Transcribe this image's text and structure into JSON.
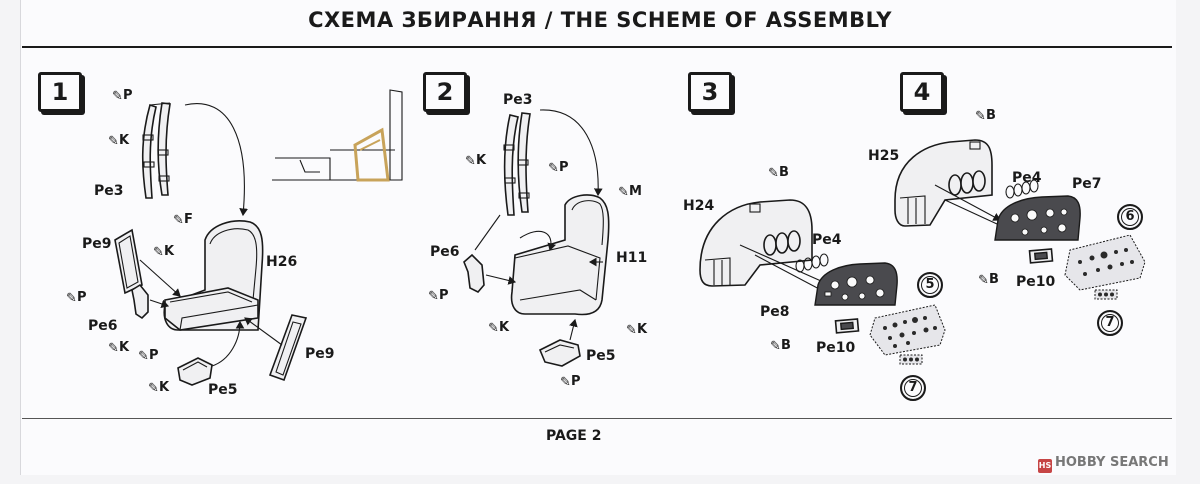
{
  "header": {
    "title": "СХЕМА ЗБИРАННЯ / THE SCHEME OF ASSEMBLY"
  },
  "footer": {
    "page": "PAGE 2",
    "watermark": "HOBBY SEARCH"
  },
  "steps": [
    {
      "number": "1"
    },
    {
      "number": "2"
    },
    {
      "number": "3"
    },
    {
      "number": "4"
    }
  ],
  "step1": {
    "parts": {
      "pe3": "Pe3",
      "pe9_left": "Pe9",
      "pe6": "Pe6",
      "h26": "H26",
      "pe9_right": "Pe9",
      "pe5": "Pe5"
    },
    "glue": {
      "p_top": "P",
      "k_top": "K",
      "f": "F",
      "k_mid": "K",
      "p_left": "P",
      "k_low": "K",
      "p_low": "P",
      "k_bottom": "K"
    }
  },
  "step2": {
    "parts": {
      "pe3": "Pe3",
      "pe6": "Pe6",
      "h11": "H11",
      "pe5": "Pe5"
    },
    "glue": {
      "k_top": "K",
      "p_top": "P",
      "m": "M",
      "p_left": "P",
      "k_left": "K",
      "k_right": "K",
      "p_bottom": "P"
    }
  },
  "step3": {
    "parts": {
      "h24": "H24",
      "pe4": "Pe4",
      "pe8": "Pe8",
      "pe10": "Pe10"
    },
    "glue": {
      "b_top": "B",
      "b_bottom": "B"
    },
    "decals": {
      "d5": "5",
      "d7": "7"
    }
  },
  "step4": {
    "parts": {
      "h25": "H25",
      "pe4": "Pe4",
      "pe7": "Pe7",
      "pe10": "Pe10"
    },
    "glue": {
      "b_top": "B",
      "b_bottom": "B"
    },
    "decals": {
      "d6": "6",
      "d7": "7"
    }
  }
}
